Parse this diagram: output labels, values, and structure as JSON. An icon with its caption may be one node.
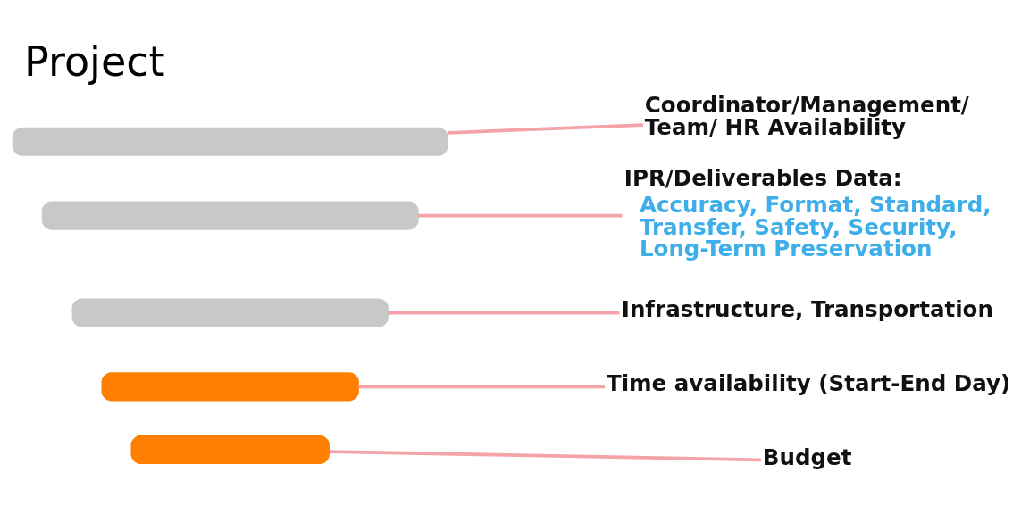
{
  "diagram": {
    "title": "Project",
    "nodes": [
      {
        "text": [],
        "shape": "bar"
      },
      {
        "text": [
          "Coordinator/Management/ Team/ HR Availability"
        ]
      },
      {
        "text": [],
        "shape": "bar"
      },
      {
        "text": [
          "IPR/Deliverables Data:",
          "Accuracy, Format, Standard, Transfer, Safety, Security, Long-Term Preservation"
        ]
      },
      {
        "text": [],
        "shape": "bar"
      },
      {
        "text": [
          "Infrastructure, Transportation"
        ]
      },
      {
        "text": [],
        "shape": "bar"
      },
      {
        "text": [
          "Time availability (Start-End Day)"
        ]
      },
      {
        "text": [],
        "shape": "bar"
      },
      {
        "text": [
          "Budget"
        ]
      }
    ],
    "edges": [
      {
        "from": 0,
        "to": 1,
        "arrow": "none"
      },
      {
        "from": 2,
        "to": 3,
        "arrow": "none"
      },
      {
        "from": 4,
        "to": 5,
        "arrow": "none"
      },
      {
        "from": 6,
        "to": 7,
        "arrow": "none"
      },
      {
        "from": 8,
        "to": 9,
        "arrow": "none"
      }
    ]
  }
}
